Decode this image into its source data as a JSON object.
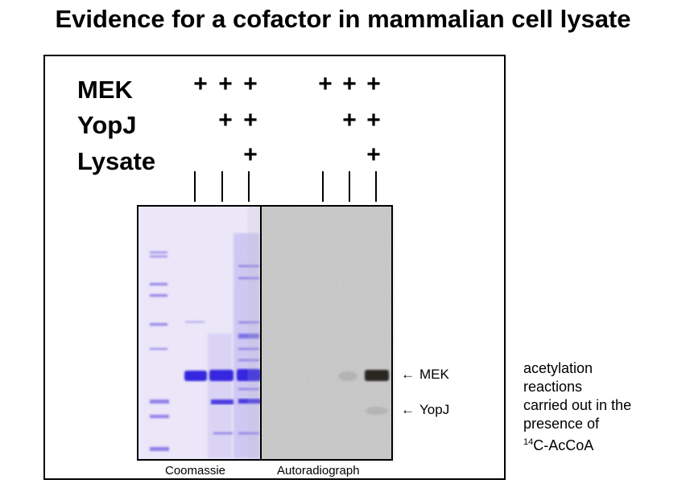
{
  "title": "Evidence for a cofactor in mammalian cell lysate",
  "conditions": {
    "rows": [
      "MEK",
      "YopJ",
      "Lysate"
    ],
    "plus_symbol": "+",
    "lanes_per_panel": [
      {
        "MEK": true,
        "YopJ": false,
        "Lysate": false
      },
      {
        "MEK": true,
        "YopJ": true,
        "Lysate": false
      },
      {
        "MEK": true,
        "YopJ": true,
        "Lysate": true
      }
    ]
  },
  "panels": {
    "left_caption": "Coomassie",
    "right_caption": "Autoradiograph"
  },
  "band_labels": {
    "mek": "MEK",
    "yopj": "YopJ"
  },
  "note": {
    "line1": "acetylation",
    "line2": "reactions",
    "line3": "carried out in the",
    "line4": "presence of",
    "isotope": "14",
    "compound": "C-AcCoA"
  },
  "colors": {
    "coomassie_bg": "#e9e4f7",
    "coomassie_band": "#3a2de0",
    "autorad_bg": "#c9c9c9",
    "autorad_band": "#2a2624"
  }
}
